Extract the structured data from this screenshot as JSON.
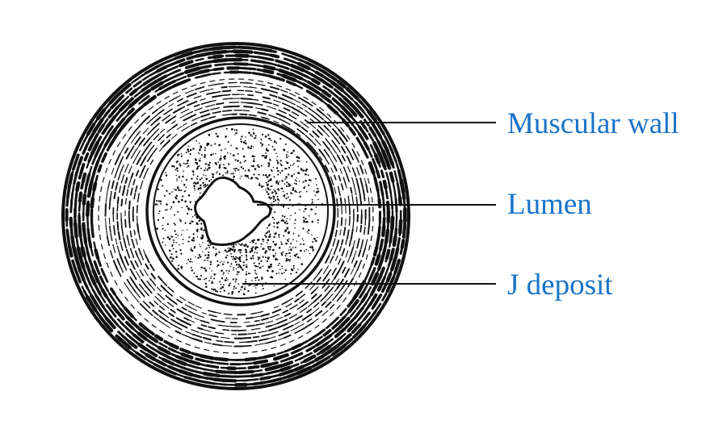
{
  "diagram": {
    "labels": {
      "muscular_wall": "Muscular wall",
      "lumen": "Lumen",
      "deposit": "J deposit"
    }
  },
  "colors": {
    "label_text": "#1a73c8",
    "ink": "#111111",
    "background": "#ffffff"
  }
}
